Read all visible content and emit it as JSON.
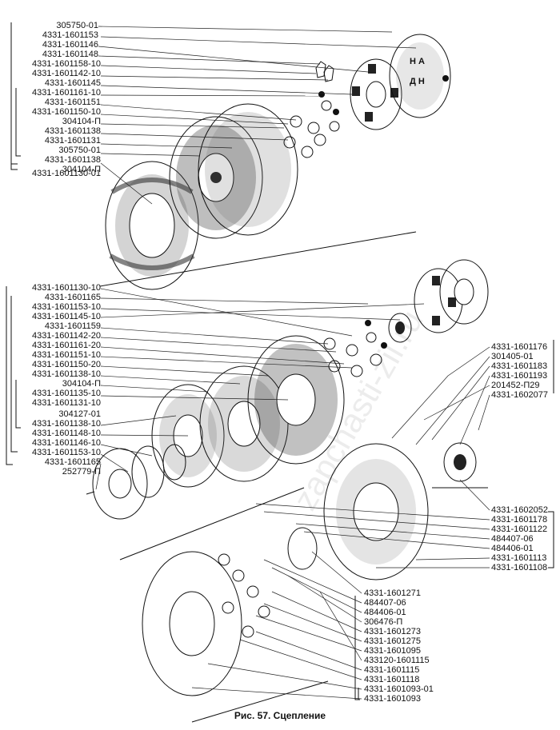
{
  "caption": "Рис. 57. Сцепление",
  "watermark": "zapchasti-zil.ru",
  "group1_labels": [
    "305750-01",
    "4331-1601153",
    "4331-1601146",
    "4331-1601148",
    "4331-1601158-10",
    "4331-1601142-10",
    "4331-1601145",
    "4331-1601161-10",
    "4331-1601151",
    "4331-1601150-10",
    "304104-П",
    "4331-1601138",
    "4331-1601131",
    "305750-01",
    "4331-1601138",
    "304104-П",
    "4331-1601130-01"
  ],
  "group2_labels": [
    "4331-1601130-10",
    "4331-1601165",
    "4331-1601153-10",
    "4331-1601145-10",
    "4331-1601159",
    "4331-1601142-20",
    "4331-1601161-20",
    "4331-1601151-10",
    "4331-1601150-20",
    "4331-1601138-10",
    "304104-П",
    "4331-1601135-10",
    "4331-1601131-10",
    "304127-01",
    "4331-1601138-10",
    "4331-1601148-10",
    "4331-1601146-10",
    "4331-1601153-10",
    "4331-1601165",
    "252779-П"
  ],
  "right_top_labels": [
    "4331-1601176",
    "301405-01",
    "4331-1601183",
    "4331-1601193",
    "201452-П29",
    "4331-1602077"
  ],
  "right_mid_labels": [
    "4331-1602052",
    "4331-1601178",
    "4331-1601122",
    "484407-06",
    "484406-01",
    "4331-1601113",
    "4331-1601108"
  ],
  "bottom_labels": [
    "4331-1601271",
    "484407-06",
    "484406-01",
    "306476-П",
    "4331-1601273",
    "4331-1601275",
    "4331-1601095",
    "433120-1601115",
    "4331-1601115",
    "4331-1601118",
    "4331-1601093-01",
    "4331-1601093"
  ]
}
